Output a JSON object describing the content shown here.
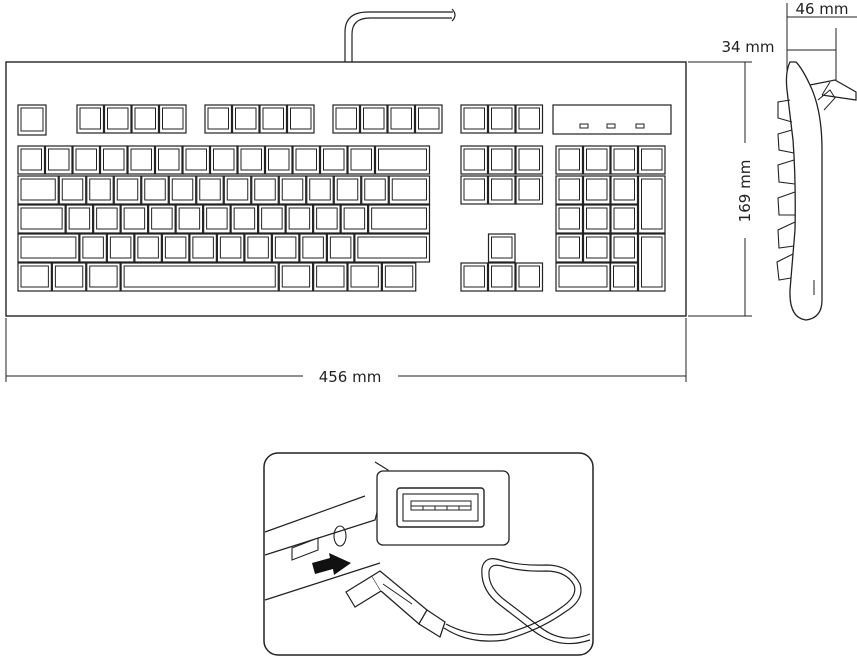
{
  "dimensions": {
    "width": "456 mm",
    "height": "169 mm",
    "depth_front": "34 mm",
    "depth_top": "46 mm"
  },
  "keyboard": {
    "led_count": 3
  },
  "illustration": {
    "connector": "usb-connector-icon",
    "port": "usb-port-icon",
    "arrow": "arrow-right-icon"
  }
}
